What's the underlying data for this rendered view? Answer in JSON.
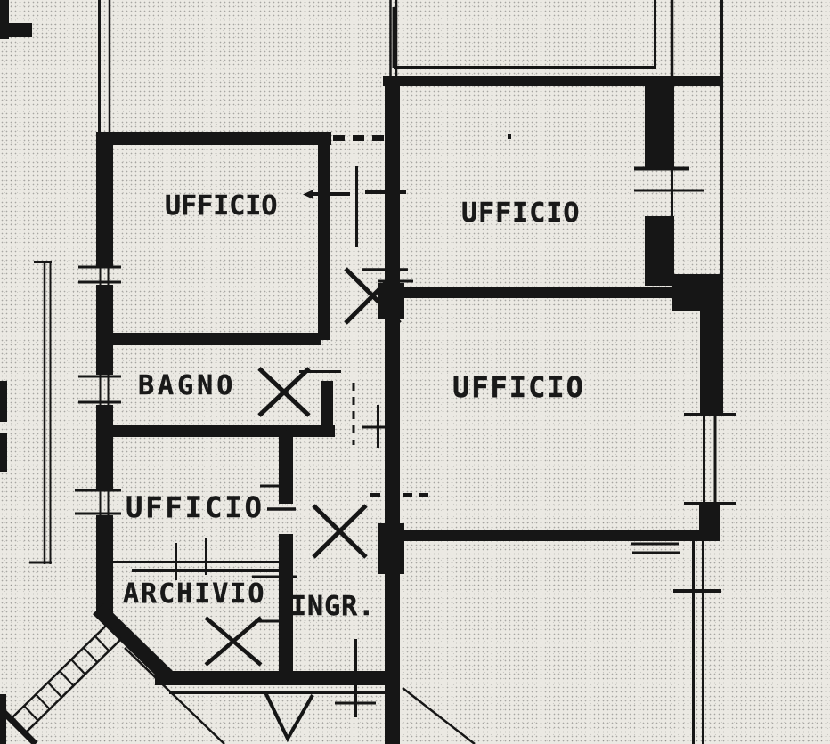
{
  "document": {
    "kind": "scanned floor plan",
    "language": "Italian"
  },
  "colors": {
    "ink": "#161616",
    "paper": "#ebe9e3"
  },
  "rooms": [
    {
      "id": "ufficio-top-left",
      "label": "UFFICIO"
    },
    {
      "id": "ufficio-top-right",
      "label": "UFFICIO"
    },
    {
      "id": "ufficio-mid-right",
      "label": "UFFICIO"
    },
    {
      "id": "bagno",
      "label": "BAGNO"
    },
    {
      "id": "ufficio-lower-left",
      "label": "UFFICIO"
    },
    {
      "id": "archivio",
      "label": "ARCHIVIO"
    },
    {
      "id": "ingresso",
      "label": "INGR."
    }
  ],
  "symbols": [
    "door-swing-x",
    "window-double-line",
    "wall-pillar",
    "stair-hatch-band",
    "dimension-tick"
  ]
}
